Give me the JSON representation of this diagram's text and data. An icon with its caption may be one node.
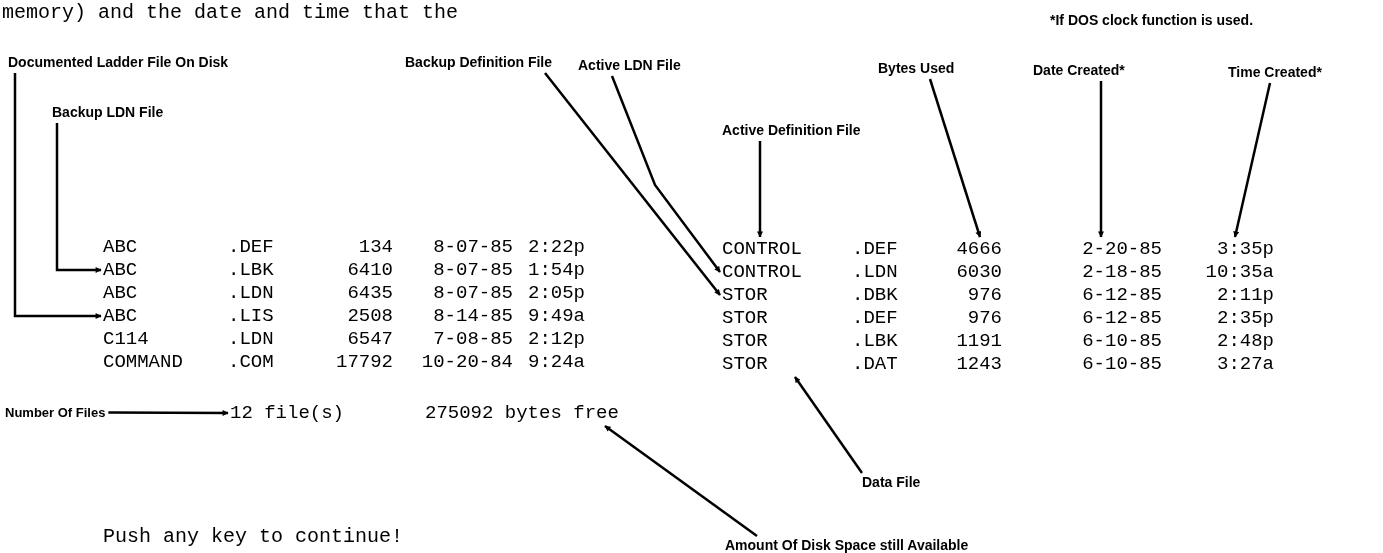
{
  "diagram": {
    "nodes": [
      {
        "text": [
          "Documented Ladder File On Disk"
        ]
      },
      {
        "text": [
          "Backup Definition File"
        ]
      },
      {
        "text": [
          "Active LDN File"
        ]
      },
      {
        "text": [
          "Bytes Used"
        ]
      },
      {
        "text": [
          "Date Created*"
        ]
      },
      {
        "text": [
          "Time Created*"
        ]
      },
      {
        "text": [
          "Backup LDN File"
        ]
      },
      {
        "text": [
          "Active Definition File"
        ]
      },
      {
        "text": [
          "ABC",
          ".DEF",
          "134",
          "8-07-85",
          "2:22p"
        ]
      },
      {
        "text": [
          "ABC",
          ".LBK",
          "6410",
          "8-07-85",
          "1:54p"
        ]
      },
      {
        "text": [
          "ABC",
          ".LDN",
          "6435",
          "8-07-85",
          "2:05p"
        ]
      },
      {
        "text": [
          "ABC",
          ".LIS",
          "2508",
          "8-14-85",
          "9:49a"
        ]
      },
      {
        "text": [
          "C114",
          ".LDN",
          "6547",
          "7-08-85",
          "2:12p"
        ]
      },
      {
        "text": [
          "COMMAND",
          ".COM",
          "17792",
          "10-20-84",
          "9:24a"
        ]
      },
      {
        "text": [
          "CONTROL",
          ".DEF",
          "4666",
          "2-20-85",
          "3:35p"
        ]
      },
      {
        "text": [
          "CONTROL",
          ".LDN",
          "6030",
          "2-18-85",
          "10:35a"
        ]
      },
      {
        "text": [
          "STOR",
          ".DBK",
          "976",
          "6-12-85",
          "2:11p"
        ]
      },
      {
        "text": [
          "STOR",
          ".DEF",
          "976",
          "6-12-85",
          "2:35p"
        ]
      },
      {
        "text": [
          "STOR",
          ".LBK",
          "1191",
          "6-10-85",
          "2:48p"
        ]
      },
      {
        "text": [
          "STOR",
          ".DAT",
          "1243",
          "6-10-85",
          "3:27a"
        ]
      },
      {
        "text": [
          "Number Of Files"
        ]
      },
      {
        "text": [
          "12 file(s)"
        ]
      },
      {
        "text": [
          "275092 bytes free"
        ]
      },
      {
        "text": [
          "Data File"
        ]
      },
      {
        "text": [
          "Amount Of Disk Space still Available"
        ]
      }
    ],
    "edges": [
      {
        "from": 0,
        "to": 11,
        "arrow": "to"
      },
      {
        "from": 1,
        "to": 16,
        "arrow": "to"
      },
      {
        "from": 2,
        "to": 15,
        "arrow": "to"
      },
      {
        "from": 3,
        "to": 14,
        "arrow": "to"
      },
      {
        "from": 4,
        "to": 14,
        "arrow": "to"
      },
      {
        "from": 5,
        "to": 14,
        "arrow": "to"
      },
      {
        "from": 6,
        "to": 9,
        "arrow": "to"
      },
      {
        "from": 7,
        "to": 14,
        "arrow": "to"
      },
      {
        "from": 20,
        "to": 21,
        "arrow": "to"
      },
      {
        "from": 23,
        "to": 19,
        "arrow": "to"
      },
      {
        "from": 24,
        "to": 22,
        "arrow": "to"
      }
    ],
    "labels": [
      "memory) and the date and time that the",
      "*If DOS clock function is used.",
      "Push any key to continue!"
    ]
  }
}
